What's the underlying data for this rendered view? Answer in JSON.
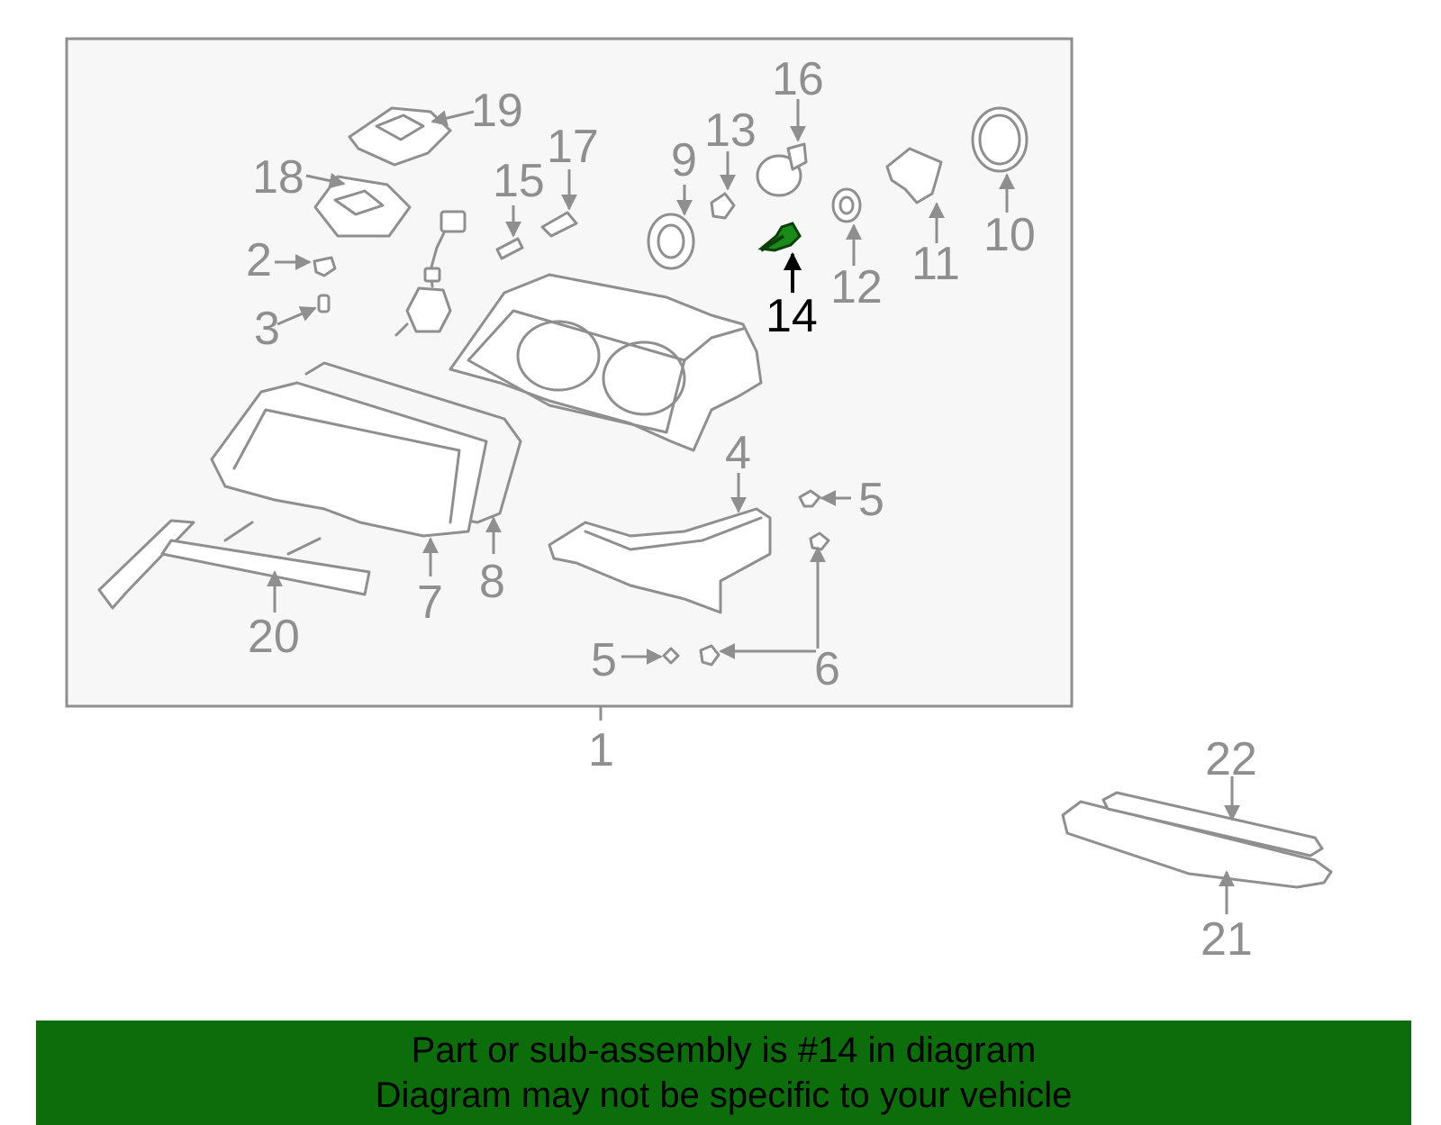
{
  "diagram": {
    "highlight_part": "14",
    "labels": {
      "l1": "1",
      "l2": "2",
      "l3": "3",
      "l4": "4",
      "l5a": "5",
      "l5b": "5",
      "l6": "6",
      "l7": "7",
      "l8": "8",
      "l9": "9",
      "l10": "10",
      "l11": "11",
      "l12": "12",
      "l13": "13",
      "l14": "14",
      "l15": "15",
      "l16": "16",
      "l17": "17",
      "l18": "18",
      "l19": "19",
      "l20": "20",
      "l21": "21",
      "l22": "22"
    },
    "colors": {
      "outline": "#8f8f8f",
      "highlight": "#1a8a1a",
      "box_fill": "#f7f7f7",
      "banner": "#0b6e0b"
    }
  },
  "banner": {
    "line1": "Part or sub-assembly is #14 in diagram",
    "line2": "Diagram may not be specific to your vehicle"
  }
}
